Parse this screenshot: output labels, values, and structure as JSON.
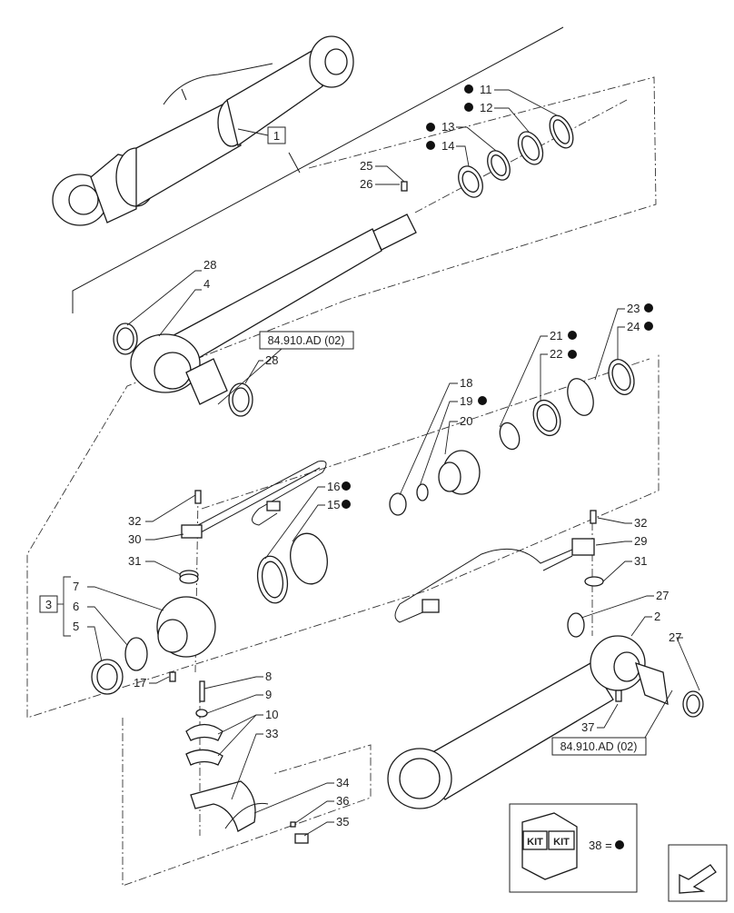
{
  "callouts": [
    {
      "n": "1"
    },
    {
      "n": "2"
    },
    {
      "n": "3"
    },
    {
      "n": "4"
    },
    {
      "n": "5"
    },
    {
      "n": "6"
    },
    {
      "n": "7"
    },
    {
      "n": "8"
    },
    {
      "n": "9"
    },
    {
      "n": "10"
    },
    {
      "n": "11"
    },
    {
      "n": "12"
    },
    {
      "n": "13"
    },
    {
      "n": "14"
    },
    {
      "n": "15"
    },
    {
      "n": "16"
    },
    {
      "n": "17"
    },
    {
      "n": "18"
    },
    {
      "n": "19"
    },
    {
      "n": "20"
    },
    {
      "n": "21"
    },
    {
      "n": "22"
    },
    {
      "n": "23"
    },
    {
      "n": "24"
    },
    {
      "n": "25"
    },
    {
      "n": "26"
    },
    {
      "n": "27"
    },
    {
      "n": "28"
    },
    {
      "n": "29"
    },
    {
      "n": "30"
    },
    {
      "n": "31"
    },
    {
      "n": "32"
    },
    {
      "n": "33"
    },
    {
      "n": "34"
    },
    {
      "n": "35"
    },
    {
      "n": "36"
    },
    {
      "n": "37"
    }
  ],
  "references": {
    "ref_upper": "84.910.AD (02)",
    "ref_lower": "84.910.AD (02)"
  },
  "kit_legend": {
    "kit_label_1": "KIT",
    "kit_label_2": "KIT",
    "legend_text": "38 ="
  },
  "icons": {
    "kit_marker": "filled-dot",
    "nav_arrow": "previous-arrow-icon"
  }
}
